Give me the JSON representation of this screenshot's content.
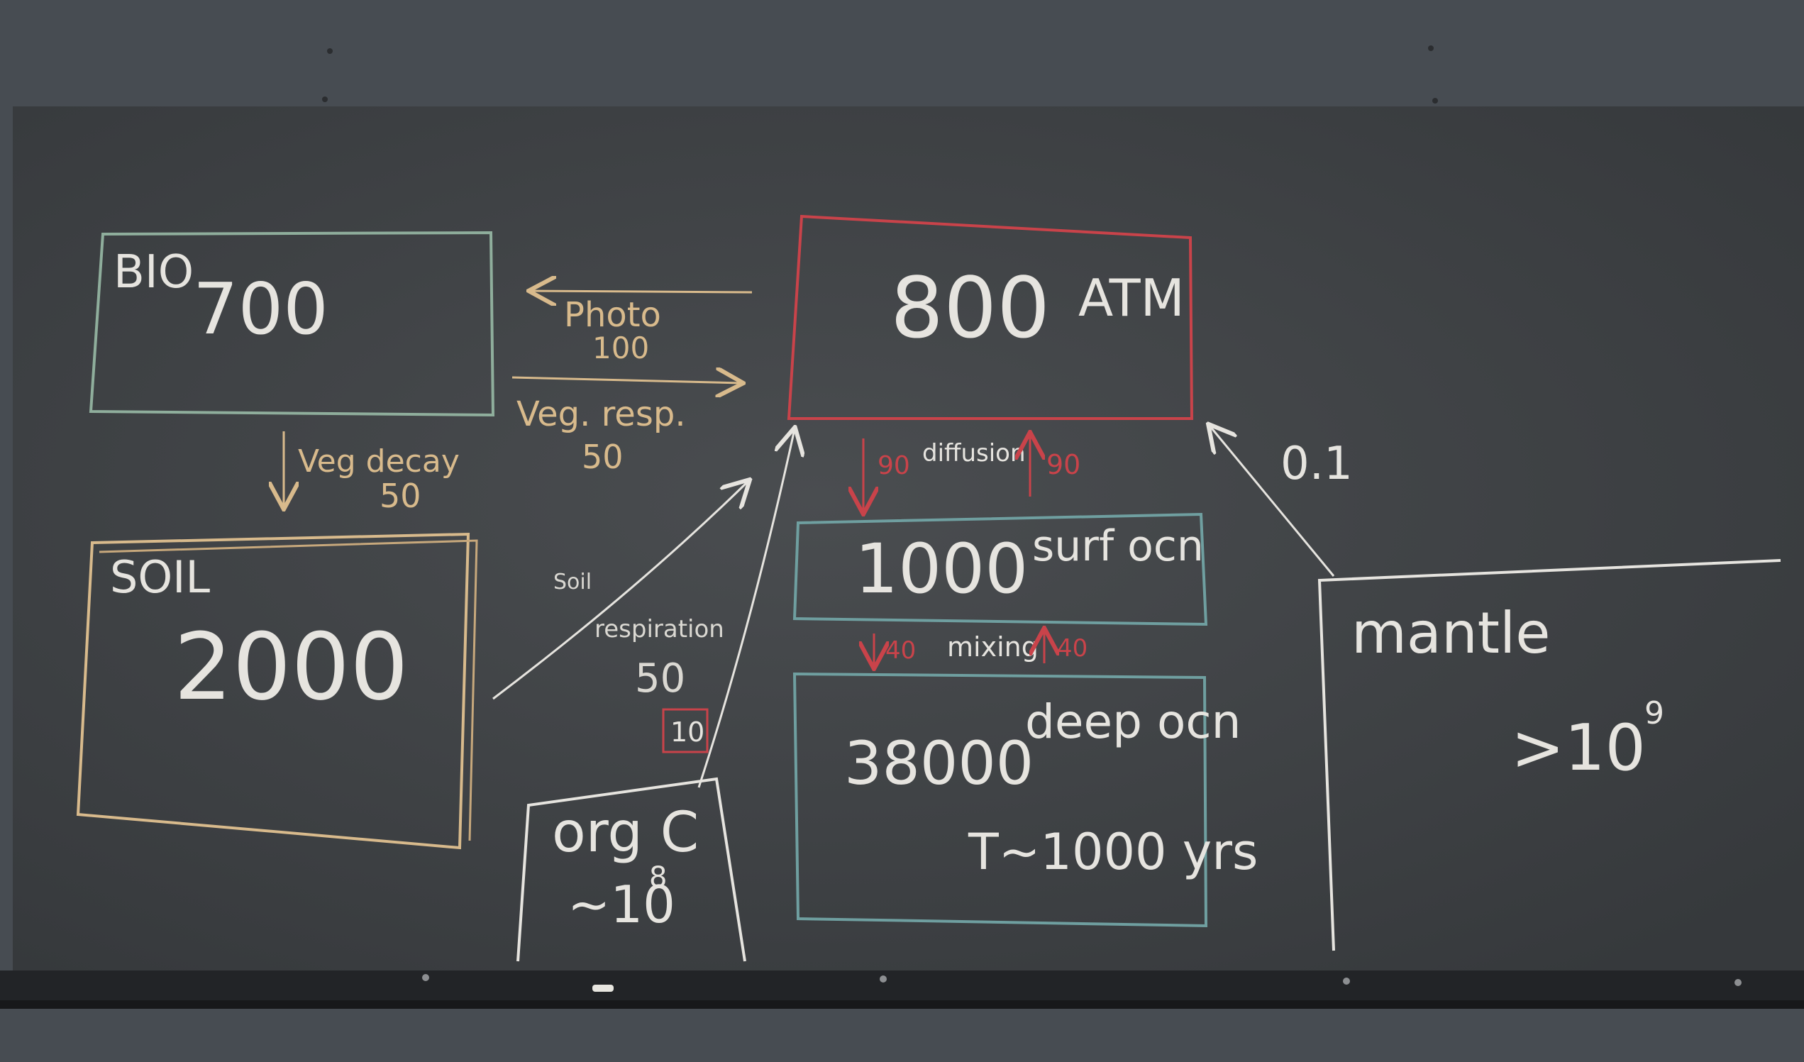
{
  "reservoirs": {
    "bio": {
      "name": "BIO",
      "value": "700"
    },
    "soil": {
      "name": "SOIL",
      "value": "2000"
    },
    "atm": {
      "name": "ATM",
      "value": "800"
    },
    "surf_ocn": {
      "name": "surf ocn",
      "value": "1000"
    },
    "deep_ocn": {
      "name": "deep ocn",
      "value": "38000",
      "note": "T~1000 yrs"
    },
    "org_c": {
      "name": "org C",
      "value": "~10",
      "exponent": "8"
    },
    "mantle": {
      "name": "mantle",
      "value": ">10",
      "exponent": "9"
    }
  },
  "fluxes": {
    "photo": {
      "label": "Photo",
      "value": "100"
    },
    "veg_resp": {
      "label": "Veg. resp.",
      "value": "50"
    },
    "veg_decay": {
      "label": "Veg decay",
      "value": "50"
    },
    "soil_resp": {
      "label_top": "Soil",
      "label": "respiration",
      "value": "50"
    },
    "org_c_flux": {
      "value": "10"
    },
    "diffusion": {
      "label": "diffusion",
      "down": "90",
      "up": "90"
    },
    "mixing": {
      "label": "mixing",
      "down": "40",
      "up": "40"
    },
    "mantle_flux": {
      "value": "0.1"
    }
  },
  "colors": {
    "board": "#3d4043",
    "wall": "#474c52",
    "chalk_white": "#e6e4df",
    "chalk_orange": "#d8ba8c",
    "chalk_red": "#c9434a",
    "chalk_teal": "#6f9fa0",
    "chalk_green": "#8aa895"
  }
}
